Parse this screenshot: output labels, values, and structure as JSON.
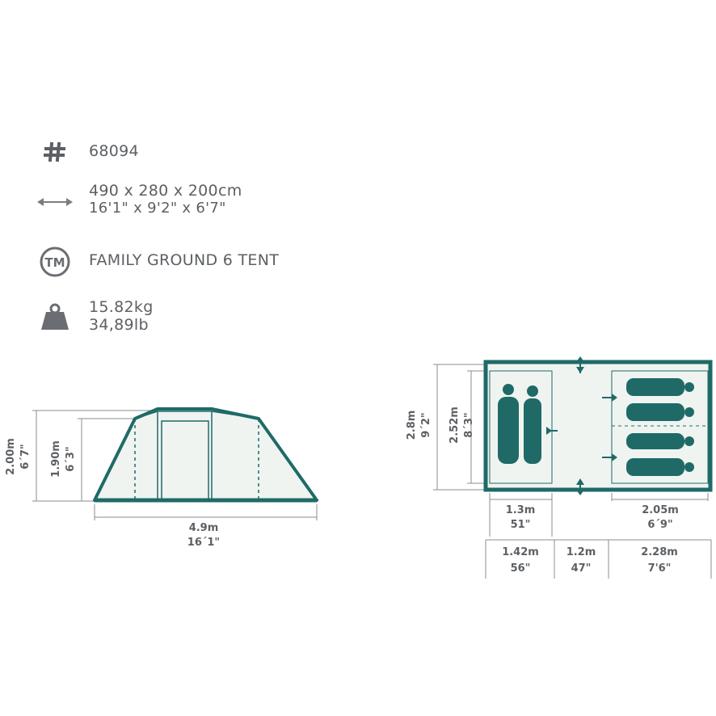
{
  "specs": {
    "article": {
      "icon": "hash-icon",
      "value": "68094"
    },
    "dimensions": {
      "icon": "double-arrow-icon",
      "metric": "490 x 280 x 200cm",
      "imperial": "16'1\" x 9'2\" x 6'7\""
    },
    "model": {
      "icon": "trademark-icon",
      "icon_text": "TM",
      "value": "FAMILY GROUND 6 TENT"
    },
    "weight": {
      "icon": "weight-icon",
      "metric": "15.82kg",
      "imperial": "34,89lb"
    }
  },
  "side_view": {
    "outer_height": {
      "metric": "2.00m",
      "imperial": "6´7\""
    },
    "inner_height": {
      "metric": "1.90m",
      "imperial": "6´3\""
    },
    "length": {
      "metric": "4.9m",
      "imperial": "16´1\""
    }
  },
  "floor_plan": {
    "outer_width": {
      "metric": "2.8m",
      "imperial": "9´2\""
    },
    "inner_width": {
      "metric": "2.52m",
      "imperial": "8´3\""
    },
    "room_left": {
      "metric": "1.3m",
      "imperial": "51\""
    },
    "room_right": {
      "metric": "2.05m",
      "imperial": "6´9\""
    },
    "section_left": {
      "metric": "1.42m",
      "imperial": "56\""
    },
    "section_middle": {
      "metric": "1.2m",
      "imperial": "47\""
    },
    "section_right": {
      "metric": "2.28m",
      "imperial": "7'6\""
    }
  },
  "colors": {
    "tent": "#1f6a67",
    "tent_fill": "#eff4f1",
    "dimension_line": "#8a8d90",
    "text": "#5c6064"
  }
}
